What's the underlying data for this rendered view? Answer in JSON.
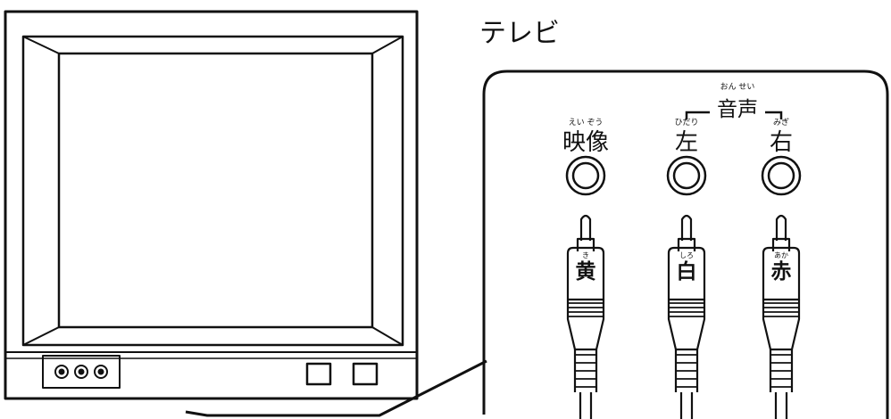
{
  "device_label": "テレビ",
  "audio_group": {
    "label": "音声",
    "ruby": "おん せい"
  },
  "jacks": [
    {
      "id": "video",
      "label": "映像",
      "ruby": "えい ぞう",
      "plug_label": "黄",
      "plug_ruby": "き"
    },
    {
      "id": "audio-left",
      "label": "左",
      "ruby": "ひだり",
      "plug_label": "白",
      "plug_ruby": "しろ"
    },
    {
      "id": "audio-right",
      "label": "右",
      "ruby": "みぎ",
      "plug_label": "赤",
      "plug_ruby": "あか"
    }
  ],
  "tv": {
    "front_jack_count": 3,
    "front_button_count": 2
  }
}
